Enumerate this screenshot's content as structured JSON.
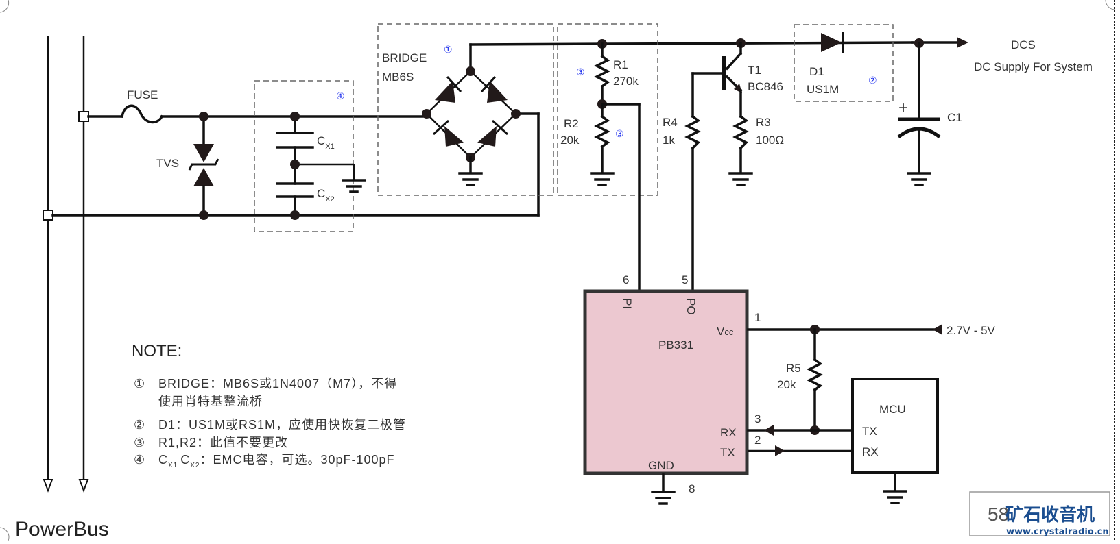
{
  "diagram": {
    "title": "PowerBus",
    "components": {
      "fuse": "FUSE",
      "tvs": "TVS",
      "cx1": {
        "base": "C",
        "sub": "X1"
      },
      "cx2": {
        "base": "C",
        "sub": "X2"
      },
      "bridge": {
        "name": "BRIDGE",
        "part": "MB6S",
        "marker": "①"
      },
      "r1": {
        "name": "R1",
        "value": "270k",
        "marker": "③"
      },
      "r2": {
        "name": "R2",
        "value": "20k",
        "marker": "③"
      },
      "t1": {
        "name": "T1",
        "part": "BC846"
      },
      "r4": {
        "name": "R4",
        "value": "1k"
      },
      "r3": {
        "name": "R3",
        "value": "100Ω"
      },
      "d1": {
        "name": "D1",
        "part": "US1M",
        "marker": "②"
      },
      "c1": {
        "name": "C1",
        "polarity": "+"
      },
      "emc_marker": "④",
      "r5": {
        "name": "R5",
        "value": "20k"
      }
    },
    "outputs": {
      "dcs": "DCS",
      "dcs_desc": "DC Supply For System",
      "vcc_supply": "2.7V - 5V"
    },
    "ic": {
      "name": "PB331",
      "pins": {
        "pi": {
          "label": "PI",
          "number": "6"
        },
        "po": {
          "label": "PO",
          "number": "5"
        },
        "vcc": {
          "label": "Vcc",
          "number": "1"
        },
        "rx": {
          "label": "RX",
          "number": "3"
        },
        "tx": {
          "label": "TX",
          "number": "2"
        },
        "gnd": {
          "label": "GND",
          "number": "8"
        }
      },
      "fill_color": "#ecc8d0"
    },
    "mcu": {
      "name": "MCU",
      "tx": "TX",
      "rx": "RX"
    }
  },
  "notes": {
    "title": "NOTE:",
    "items": [
      {
        "marker": "①",
        "text": "BRIDGE：MB6S或1N4007（M7），不得",
        "cont": "使用肖特基整流桥"
      },
      {
        "marker": "②",
        "text": "D1：US1M或RS1M，应使用快恢复二极管"
      },
      {
        "marker": "③",
        "text": "R1,R2：此值不要更改"
      },
      {
        "marker": "④",
        "c1": "C",
        "s1": "X1",
        "c2": "C",
        "s2": "X2",
        "text": "：EMC电容，可选。30pF-100pF"
      }
    ]
  },
  "watermark": {
    "number": "58",
    "cn": "矿石收音机",
    "url": "www.crystalradio.cn"
  }
}
